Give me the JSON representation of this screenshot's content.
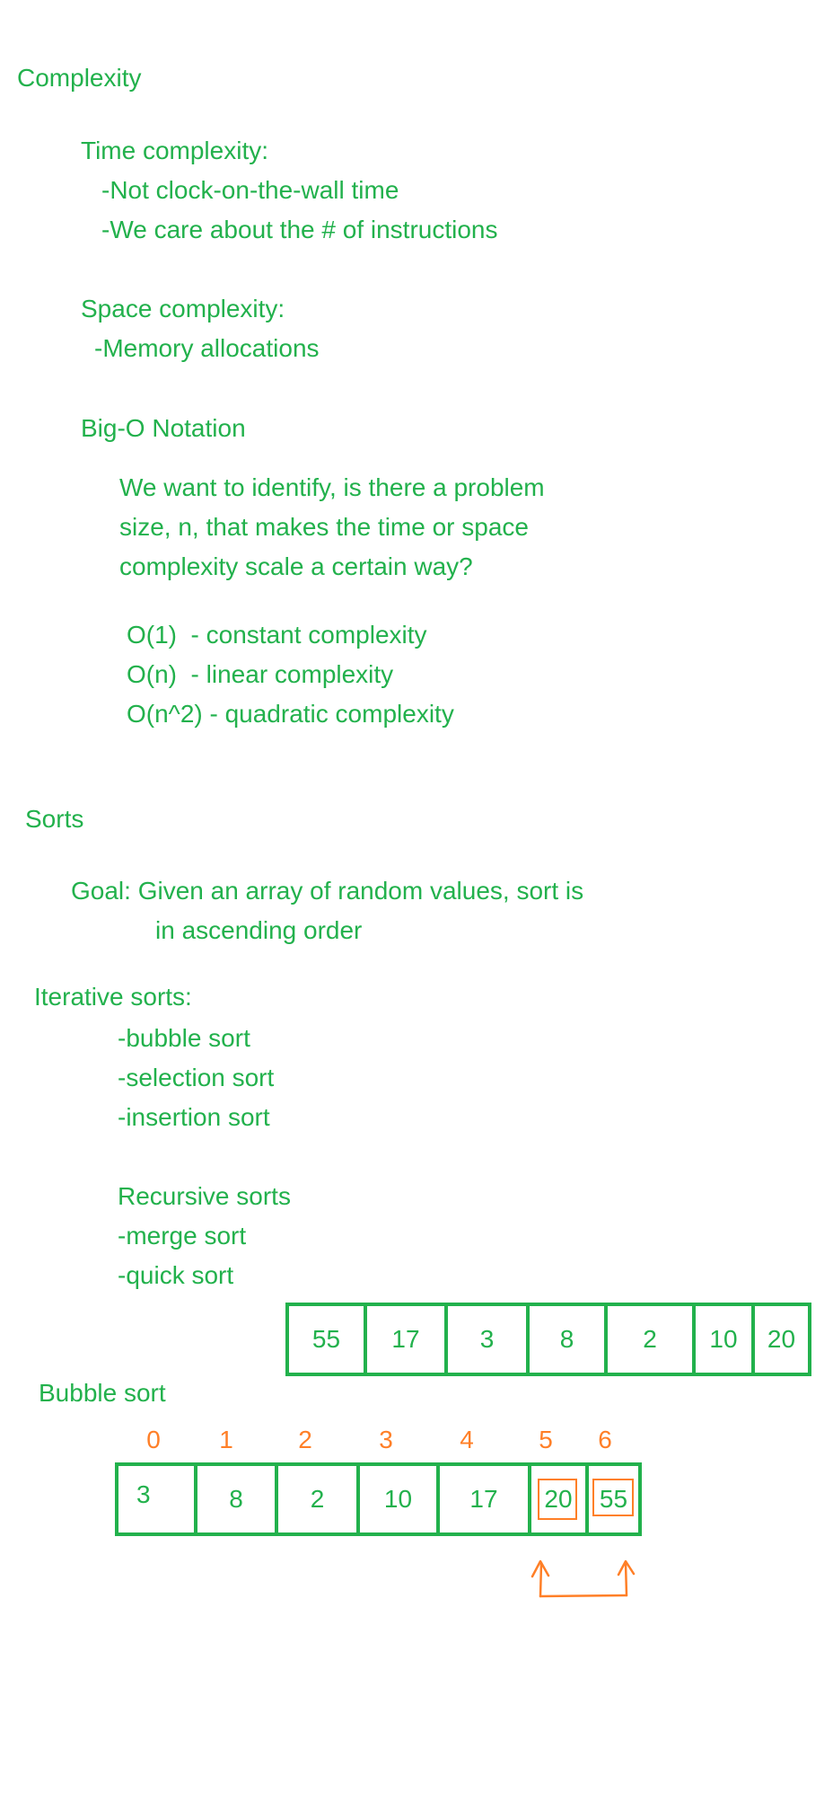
{
  "complexity": {
    "heading": "Complexity",
    "time_heading": "Time complexity:",
    "time_point_1": "-Not clock-on-the-wall time",
    "time_point_2": "-We care about the # of instructions",
    "space_heading": "Space complexity:",
    "space_point_1": "-Memory allocations",
    "bigo_heading": "Big-O Notation",
    "bigo_text_1": "We want to identify, is there a problem",
    "bigo_text_2": "size, n, that makes the time or space",
    "bigo_text_3": "complexity scale a certain way?",
    "bigo_o1": "O(1)  - constant complexity",
    "bigo_on": "O(n)  - linear complexity",
    "bigo_on2": "O(n^2) - quadratic complexity"
  },
  "sorts": {
    "heading": "Sorts",
    "goal_1": "Goal: Given an array of random values, sort is",
    "goal_2": "in ascending order",
    "iterative_heading": "Iterative sorts:",
    "iterative_1": "-bubble sort",
    "iterative_2": "-selection sort",
    "iterative_3": "-insertion sort",
    "recursive_heading": "Recursive sorts",
    "recursive_1": "-merge sort",
    "recursive_2": "-quick sort",
    "initial_array": [
      "55",
      "17",
      "3",
      "8",
      "2",
      "10",
      "20"
    ],
    "bubble_heading": "Bubble sort",
    "indices": [
      "0",
      "1",
      "2",
      "3",
      "4",
      "5",
      "6"
    ],
    "sorted_array": [
      "3",
      "8",
      "2",
      "10",
      "17",
      "20",
      "55"
    ]
  },
  "colors": {
    "text": "#22b14c",
    "highlight": "#ff7f27"
  }
}
